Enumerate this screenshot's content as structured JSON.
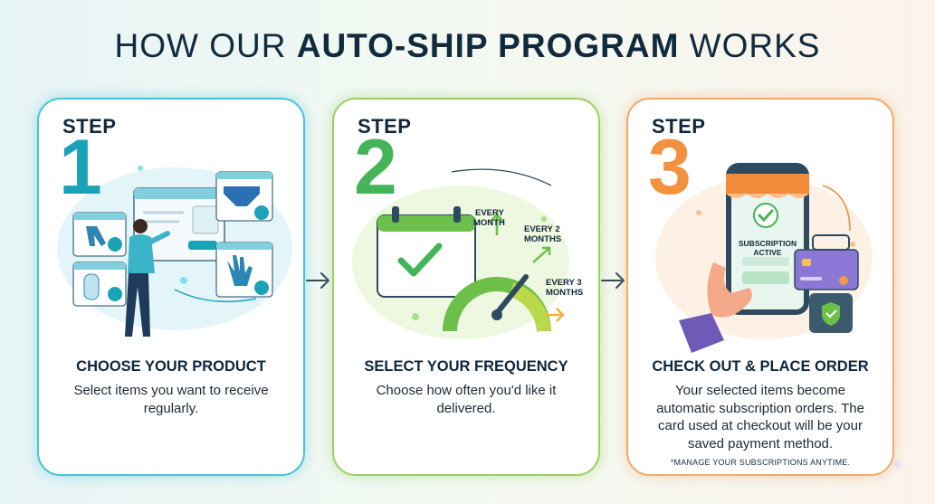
{
  "headline": {
    "part1": "HOW OUR ",
    "part2": "AUTO-SHIP PROGRAM",
    "part3": " WORKS"
  },
  "steps": [
    {
      "word": "STEP",
      "number": "1",
      "title": "CHOOSE YOUR PRODUCT",
      "description": "Select items you want to receive regularly."
    },
    {
      "word": "STEP",
      "number": "2",
      "title": "SELECT YOUR FREQUENCY",
      "description": "Choose how often you'd like it delivered.",
      "options": [
        {
          "line1": "EVERY",
          "line2": "MONTH"
        },
        {
          "line1": "EVERY 2",
          "line2": "MONTHS"
        },
        {
          "line1": "EVERY 3",
          "line2": "MONTHS"
        }
      ]
    },
    {
      "word": "STEP",
      "number": "3",
      "title": "CHECK OUT & PLACE ORDER",
      "description": "Your selected items become automatic subscription orders. The card used at checkout will be your saved payment method.",
      "note": "*MANAGE YOUR SUBSCRIPTIONS ANYTIME.",
      "phone_status": {
        "line1": "SUBSCRIPTION",
        "line2": "ACTIVE"
      }
    }
  ],
  "colors": {
    "step1": "#1aa3b8",
    "step2": "#43b458",
    "step3": "#f2913f",
    "text": "#10263a"
  }
}
